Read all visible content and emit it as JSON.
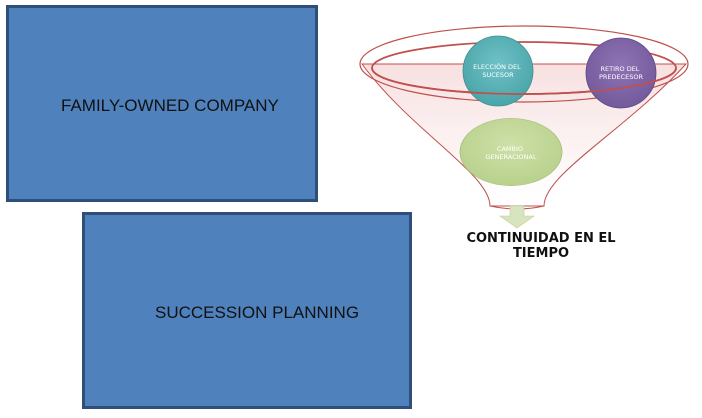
{
  "boxes": {
    "family": "FAMILY-OWNED COMPANY",
    "succession": "SUCCESSION PLANNING"
  },
  "funnel": {
    "circle_1": [
      "ELECCIÓN DEL",
      "SUCESOR"
    ],
    "circle_2": [
      "RETIRO DEL",
      "PREDECESOR"
    ],
    "circle_3": [
      "CAMBIO",
      "GENERACIONAL"
    ],
    "result": [
      "CONTINUIDAD EN EL",
      "TIEMPO"
    ]
  },
  "colors": {
    "box_fill": "#4f81bd",
    "box_border": "#2f4f7a",
    "funnel_stroke": "#c0504d",
    "circle_teal": "#4bacc6",
    "circle_purple": "#8064a2",
    "circle_green": "#9bbb59",
    "arrow": "#d7e4bd"
  }
}
